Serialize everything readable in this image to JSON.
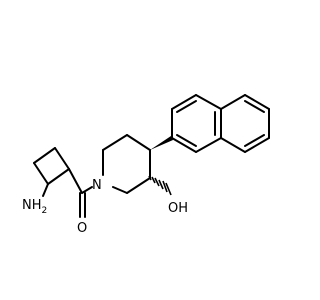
{
  "molecule": {
    "atoms": {
      "amine": "NH",
      "amine_sub": "2",
      "ring_nitrogen": "N",
      "carbonyl_oxygen": "O",
      "hydroxyl": "OH"
    }
  },
  "colors": {
    "bond": "#000000",
    "text": "#000000",
    "background": "#ffffff"
  }
}
